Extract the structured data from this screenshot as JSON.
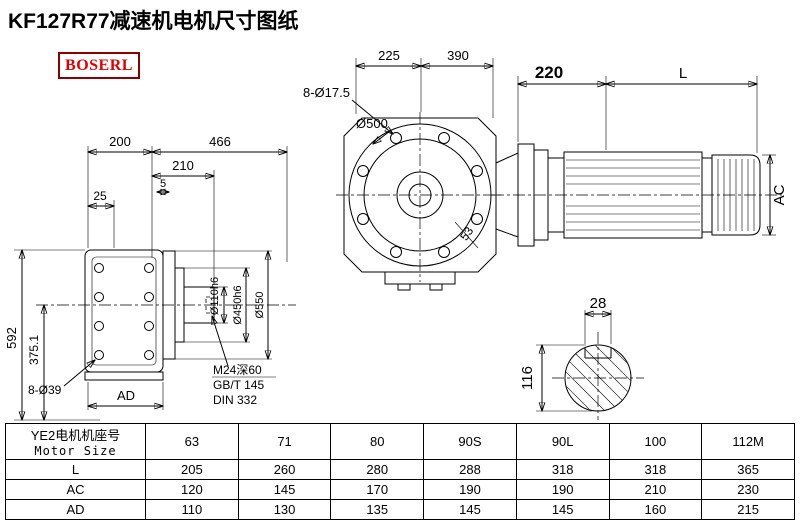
{
  "title": "KF127R77减速机电机尺寸图纸",
  "brand": "BOSERL",
  "front_view": {
    "bolt_note": "8-Ø17.5",
    "dim_a": "225",
    "dim_b": "390",
    "flange_dia": "Ø500",
    "dim_c": "53"
  },
  "motor_view": {
    "dim_flange": "220",
    "dim_length": "L",
    "dim_ac": "AC"
  },
  "side_view": {
    "dim_a": "200",
    "dim_b": "466",
    "dim_c": "210",
    "dim_d": "5",
    "dim_e": "25",
    "dim_height": "592",
    "dim_f": "375.1",
    "bolt_note": "8-Ø39",
    "dim_ad": "AD",
    "shaft_dia": "Ø110h6",
    "spigot_dia": "Ø450h6",
    "flange_dia": "Ø550",
    "note1": "M24深60",
    "note2": "GB/T 145",
    "note3": "DIN 332"
  },
  "shaft_section": {
    "key_width": "28",
    "dia": "116"
  },
  "table": {
    "header_cn": "YE2电机机座号",
    "header_en": "Motor Size",
    "columns": [
      "63",
      "71",
      "80",
      "90S",
      "90L",
      "100",
      "112M"
    ],
    "rows": [
      {
        "label": "L",
        "values": [
          "205",
          "260",
          "280",
          "288",
          "318",
          "318",
          "365"
        ]
      },
      {
        "label": "AC",
        "values": [
          "120",
          "145",
          "170",
          "190",
          "190",
          "210",
          "230"
        ]
      },
      {
        "label": "AD",
        "values": [
          "110",
          "130",
          "135",
          "145",
          "145",
          "160",
          "215"
        ]
      }
    ]
  }
}
